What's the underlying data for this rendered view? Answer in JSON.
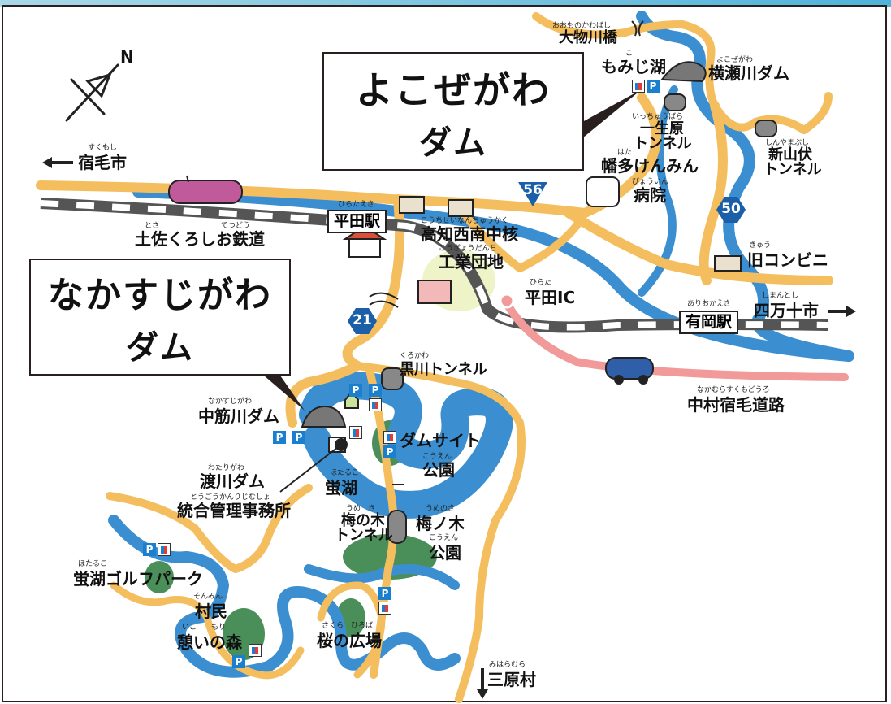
{
  "colors": {
    "road": "#f4be5f",
    "river": "#3b8fd0",
    "railway": "#555555",
    "expressway": "#f29a9a",
    "park": "#4a8f5a",
    "route_sign": "#1b5fa8",
    "ink": "#2a1f1f"
  },
  "callouts": {
    "yokoze": {
      "line1": "よこぜがわ",
      "line2": "ダム"
    },
    "nakasuji": {
      "line1": "なかすじがわ",
      "line2": "ダム"
    }
  },
  "compass": {
    "label": "N",
    "icon": "north-arrow-icon"
  },
  "routes": {
    "r56": "56",
    "r50": "50",
    "r21": "21"
  },
  "labels": {
    "sukumo": {
      "text": "宿毛市",
      "furi": "すくもし"
    },
    "oomonogawa": {
      "text": "大物川橋",
      "furi": "おおものかわばし"
    },
    "momiji": {
      "text": "もみじ湖",
      "furi": "こ"
    },
    "yokoze_dam": {
      "text": "横瀬川ダム",
      "furi": "よこぜがわ"
    },
    "ichuubara": {
      "text1": "一生原",
      "text2": "トンネル",
      "furi": "いっちゅうばら"
    },
    "shinyamabushi": {
      "text1": "新山伏",
      "text2": "トンネル",
      "furi": "しんやまぶし"
    },
    "hata": {
      "text1": "幡多けんみん",
      "text2": "病院",
      "furi1": "はた",
      "furi2": "びょういん"
    },
    "kochi_seinan": {
      "text": "高知西南中核",
      "furi": "こうちせいなんちゅうかく"
    },
    "kogyo": {
      "text": "工業団地",
      "furi": "こうぎょうだんち"
    },
    "hirata_station": {
      "text": "平田駅",
      "furi": "ひらたえき"
    },
    "tosa_kuroshio": {
      "text": "土佐くろしお鉄道",
      "furi1": "とさ",
      "furi2": "てつどう"
    },
    "kyuu_konbini": {
      "text": "旧コンビニ",
      "furi": "きゅう"
    },
    "hirata_ic": {
      "text": "平田IC",
      "furi": "ひらた"
    },
    "shimanto": {
      "text": "四万十市",
      "furi": "しまんとし"
    },
    "arioka": {
      "text": "有岡駅",
      "furi": "ありおかえき"
    },
    "nakamura_sukumo": {
      "text": "中村宿毛道路",
      "furi": "なかむらすくもどうろ"
    },
    "kurokawa": {
      "text": "黒川トンネル",
      "furi": "くろかわ"
    },
    "nakasuji_dam": {
      "text": "中筋川ダム",
      "furi": "なかすじがわ"
    },
    "damsite": {
      "text1": "ダムサイト",
      "text2": "公園",
      "furi": "こうえん"
    },
    "watarigawa": {
      "text1": "渡川ダム",
      "text2": "統合管理事務所",
      "furi1": "わたりがわ",
      "furi2": "とうごうかんりじむしょ"
    },
    "hotaruko": {
      "text": "蛍湖",
      "furi": "ほたるこ"
    },
    "umenoki_tunnel": {
      "text1": "梅の木",
      "text2": "トンネル",
      "furi": "うめ　き"
    },
    "umenoki_park": {
      "text1": "梅ノ木",
      "text2": "公園",
      "furi1": "うめのき",
      "furi2": "こうえん"
    },
    "hotaruko_golf": {
      "text": "蛍湖ゴルフパーク",
      "furi": "ほたるこ"
    },
    "sonmin": {
      "text1": "村民",
      "text2": "憩いの森",
      "furi1": "そんみん",
      "furi2": "いこ　　もり"
    },
    "sakura": {
      "text": "桜の広場",
      "furi": "さくら　ひろば"
    },
    "mihara": {
      "text": "三原村",
      "furi": "みはらむら"
    }
  },
  "badges": {
    "parking": "P"
  },
  "arrows": {
    "left": "←",
    "right": "→",
    "down": "↓"
  }
}
